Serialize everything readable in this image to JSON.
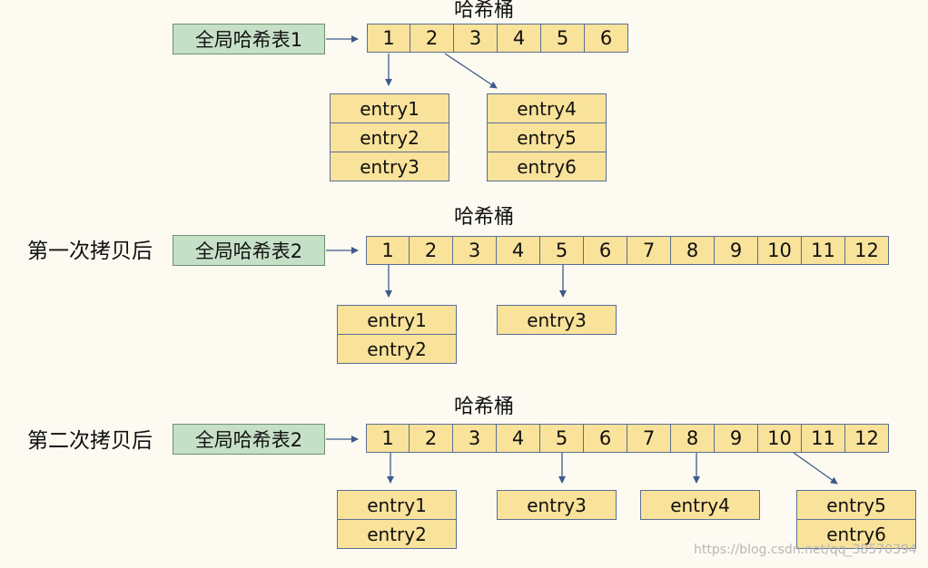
{
  "section1": {
    "title": "哈希桶",
    "table_label": "全局哈希表1",
    "buckets": [
      "1",
      "2",
      "3",
      "4",
      "5",
      "6"
    ],
    "entries_a": [
      "entry1",
      "entry2",
      "entry3"
    ],
    "entries_b": [
      "entry4",
      "entry5",
      "entry6"
    ]
  },
  "section2": {
    "title": "哈希桶",
    "row_label": "第一次拷贝后",
    "table_label": "全局哈希表2",
    "buckets": [
      "1",
      "2",
      "3",
      "4",
      "5",
      "6",
      "7",
      "8",
      "9",
      "10",
      "11",
      "12"
    ],
    "entries_a": [
      "entry1",
      "entry2"
    ],
    "entries_b": [
      "entry3"
    ]
  },
  "section3": {
    "title": "哈希桶",
    "row_label": "第二次拷贝后",
    "table_label": "全局哈希表2",
    "buckets": [
      "1",
      "2",
      "3",
      "4",
      "5",
      "6",
      "7",
      "8",
      "9",
      "10",
      "11",
      "12"
    ],
    "entries_a": [
      "entry1",
      "entry2"
    ],
    "entries_b": [
      "entry3"
    ],
    "entries_c": [
      "entry4"
    ],
    "entries_d": [
      "entry5",
      "entry6"
    ]
  },
  "watermark": "https://blog.csdn.net/qq_38570394"
}
